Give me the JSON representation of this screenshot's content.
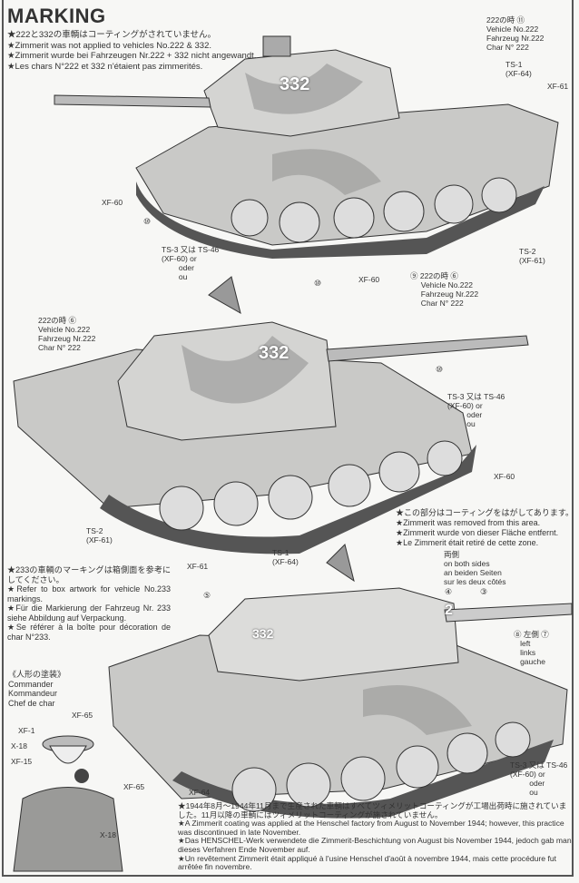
{
  "title": "MARKING",
  "top_note": [
    "★222と332の車輌はコーティングがされていません。",
    "★Zimmerit was not applied to vehicles No.222 & 332.",
    "★Zimmerit wurde bei Fahrzeugen Nr.222 + 332 nicht angewandt.",
    "★Les chars N°222 et 332 n'étaient pas zimmerités."
  ],
  "note_233": [
    "★233の車輌のマーキングは箱側面を参考にしてください。",
    "★Refer to box artwork for vehicle No.233 markings.",
    "★Für die Markierung der Fahrzeug Nr. 233 siehe Abbildung auf Verpackung.",
    "★Se référer à la boîte pour décoration de char N°233."
  ],
  "zimmerit_removed": [
    "★この部分はコーティングをはがしてあります。",
    "★Zimmerit was removed from this area.",
    "★Zimmerit wurde von dieser Fläche entfernt.",
    "★Le Zimmerit était retiré de cette zone."
  ],
  "both_sides": [
    "両側",
    "on both sides",
    "an beiden Seiten",
    "sur les deux côtés"
  ],
  "bottom_note": [
    "★1944年8月～1944年11月まで生産された車輌はすべてツィメリットコーティングが工場出荷時に施されていました。11月以降の車輌にはツィメリットコーティングが施されていません。",
    "★A Zimmerit coating was applied at the Henschel factory from August to November 1944; however, this practice was discontinued in late November.",
    "★Das HENSCHEL-Werk verwendete die Zimmerit-Beschichtung von August bis November 1944, jedoch gab man dieses Verfahren Ende November auf.",
    "★Un revêtement Zimmerit était appliqué à l'usine Henschel d'août à novembre 1944, mais cette procédure fut arrêtée fin novembre."
  ],
  "figure": {
    "heading": [
      "《人形の塗装》",
      "Commander",
      "Kommandeur",
      "Chef de char"
    ],
    "colors": [
      "XF-65",
      "XF-1",
      "X-18",
      "XF-15",
      "XF-65",
      "X-18"
    ]
  },
  "tank1": {
    "turret_number": "332",
    "vehicle222": "222の時 ⑪\nVehicle No.222\nFahrzeug Nr.222\nChar N° 222",
    "ts1": "TS-1\n(XF-64)",
    "xf61": "XF-61",
    "xf60a": "XF-60",
    "c10a": "⑩",
    "ts3": "TS-3 又は TS-46\n(XF-60) or\n        oder\n        ou",
    "c10b": "⑩",
    "xf60b": "XF-60",
    "vehicle222b": "⑨ 222の時 ⑥\n     Vehicle No.222\n     Fahrzeug Nr.222\n     Char N° 222",
    "ts2": "TS-2\n(XF-61)"
  },
  "tank2": {
    "turret_number": "332",
    "vehicle222": "222の時 ⑥\nVehicle No.222\nFahrzeug Nr.222\nChar N° 222",
    "c10": "⑩",
    "ts3": "TS-3 又は TS-46\n(XF-60) or\n         oder\n         ou",
    "xf60": "XF-60",
    "ts2": "TS-2\n(XF-61)",
    "xf61": "XF-61",
    "ts1": "TS-1\n(XF-64)"
  },
  "tank3": {
    "c5": "⑤",
    "c4": "④",
    "c3": "③",
    "side": "⑧ 左側 ⑦\n   left\n   links\n   gauche",
    "xf64": "XF-64",
    "ts3": "TS-3 又は TS-46\n(XF-60) or\n         oder\n         ou",
    "barrel_number": "2",
    "turret_number": "332"
  },
  "colors": {
    "camo_light": "#e2e2e0",
    "camo_mid": "#b8b8b6",
    "camo_dark": "#8a8a88",
    "track": "#555555"
  }
}
